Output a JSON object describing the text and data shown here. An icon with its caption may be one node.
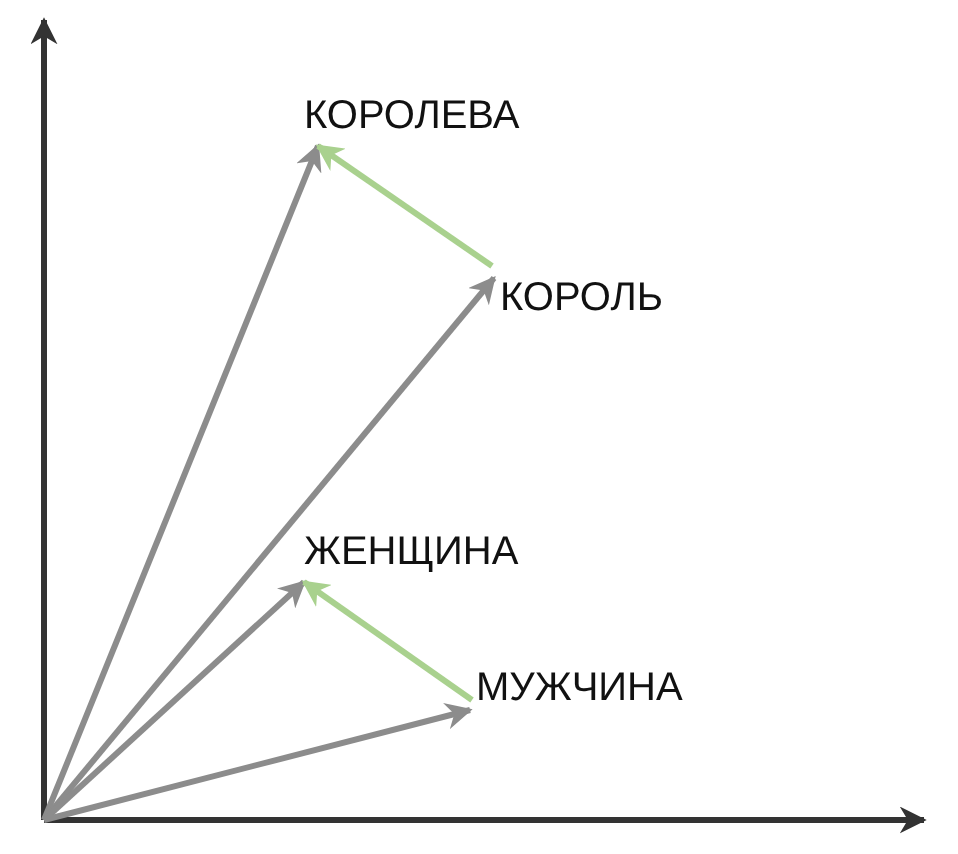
{
  "diagram": {
    "nodes": [
      {
        "text": [
          "КОРОЛЕВА"
        ]
      },
      {
        "text": [
          "КОРОЛЬ"
        ]
      },
      {
        "text": [
          "ЖЕНЩИНА"
        ]
      },
      {
        "text": [
          "МУЖЧИНА"
        ]
      }
    ],
    "edges": [
      {
        "from": null,
        "to": 0,
        "arrow": "to"
      },
      {
        "from": null,
        "to": 1,
        "arrow": "to"
      },
      {
        "from": null,
        "to": 2,
        "arrow": "to"
      },
      {
        "from": null,
        "to": 3,
        "arrow": "to"
      },
      {
        "from": 1,
        "to": 0,
        "arrow": "to",
        "color": "#a9d18e"
      },
      {
        "from": 3,
        "to": 2,
        "arrow": "to",
        "color": "#a9d18e"
      }
    ]
  }
}
